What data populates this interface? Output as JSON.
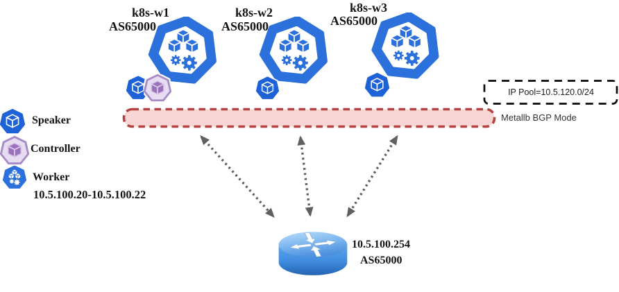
{
  "colors": {
    "k8s-blue": "#2C70DC",
    "speaker-blue": "#1E62D8",
    "controller-fill": "#E7DDF1",
    "controller-border": "#A78BC6",
    "controller-cube": "#9C71BC",
    "controller-cube-edge": "#D9C9E9",
    "bar-fill": "#F8D6D5",
    "bar-border": "#B3433F",
    "arrow-gray": "#5F5F5F"
  },
  "nodes": [
    {
      "name": "k8s-w1",
      "asn": "AS65000",
      "icons": [
        "speaker",
        "controller"
      ]
    },
    {
      "name": "k8s-w2",
      "asn": "AS65000",
      "icons": [
        "speaker"
      ]
    },
    {
      "name": "k8s-w3",
      "asn": "AS65000",
      "icons": [
        "speaker"
      ]
    }
  ],
  "metallb_bar": {
    "label": "Metallb BGP Mode"
  },
  "ip_pool": {
    "label": "IP Pool=10.5.120.0/24"
  },
  "legend": {
    "items": [
      {
        "icon": "speaker-icon",
        "label": "Speaker"
      },
      {
        "icon": "controller-icon",
        "label": "Controller"
      },
      {
        "icon": "worker-icon",
        "label": "Worker",
        "range": "10.5.100.20-10.5.100.22"
      }
    ]
  },
  "router": {
    "ip": "10.5.100.254",
    "asn": "AS65000"
  }
}
